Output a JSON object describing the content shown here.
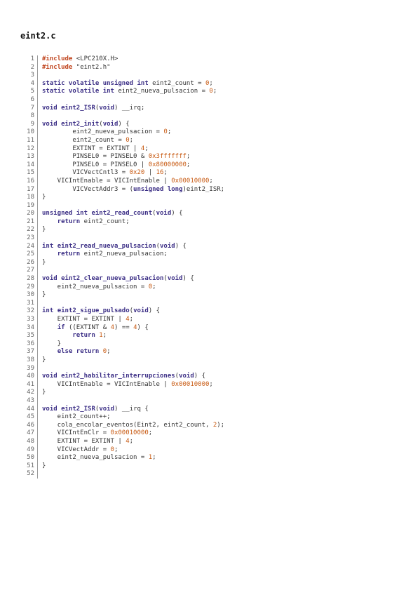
{
  "file": {
    "title": "eint2.c"
  },
  "code": {
    "lines": [
      [
        [
          "pp",
          "#include"
        ],
        [
          "t",
          " <LPC210X.H>"
        ]
      ],
      [
        [
          "pp",
          "#include"
        ],
        [
          "t",
          " \"eint2.h\""
        ]
      ],
      [],
      [
        [
          "kw",
          "static volatile unsigned int"
        ],
        [
          "t",
          " eint2_count = "
        ],
        [
          "num",
          "0"
        ],
        [
          "t",
          ";"
        ]
      ],
      [
        [
          "kw",
          "static volatile int"
        ],
        [
          "t",
          " eint2_nueva_pulsacion = "
        ],
        [
          "num",
          "0"
        ],
        [
          "t",
          ";"
        ]
      ],
      [],
      [
        [
          "kw",
          "void"
        ],
        [
          "t",
          " "
        ],
        [
          "fn",
          "eint2_ISR"
        ],
        [
          "t",
          "("
        ],
        [
          "kw",
          "void"
        ],
        [
          "t",
          ") __irq;"
        ]
      ],
      [],
      [
        [
          "kw",
          "void"
        ],
        [
          "t",
          " "
        ],
        [
          "fn",
          "eint2_init"
        ],
        [
          "t",
          "("
        ],
        [
          "kw",
          "void"
        ],
        [
          "t",
          ") {"
        ]
      ],
      [
        [
          "t",
          "        eint2_nueva_pulsacion = "
        ],
        [
          "num",
          "0"
        ],
        [
          "t",
          ";"
        ]
      ],
      [
        [
          "t",
          "        eint2_count = "
        ],
        [
          "num",
          "0"
        ],
        [
          "t",
          ";"
        ]
      ],
      [
        [
          "t",
          "        EXTINT = EXTINT | "
        ],
        [
          "num",
          "4"
        ],
        [
          "t",
          ";"
        ]
      ],
      [
        [
          "t",
          "        PINSEL0 = PINSEL0 & "
        ],
        [
          "num",
          "0x3fffffff"
        ],
        [
          "t",
          ";"
        ]
      ],
      [
        [
          "t",
          "        PINSEL0 = PINSEL0 | "
        ],
        [
          "num",
          "0x80000000"
        ],
        [
          "t",
          ";"
        ]
      ],
      [
        [
          "t",
          "        VICVectCntl3 = "
        ],
        [
          "num",
          "0x20"
        ],
        [
          "t",
          " | "
        ],
        [
          "num",
          "16"
        ],
        [
          "t",
          ";"
        ]
      ],
      [
        [
          "t",
          "    VICIntEnable = VICIntEnable | "
        ],
        [
          "num",
          "0x00010000"
        ],
        [
          "t",
          ";"
        ]
      ],
      [
        [
          "t",
          "        VICVectAddr3 = ("
        ],
        [
          "kw",
          "unsigned long"
        ],
        [
          "t",
          ")eint2_ISR;"
        ]
      ],
      [
        [
          "t",
          "}"
        ]
      ],
      [],
      [
        [
          "kw",
          "unsigned int"
        ],
        [
          "t",
          " "
        ],
        [
          "fn",
          "eint2_read_count"
        ],
        [
          "t",
          "("
        ],
        [
          "kw",
          "void"
        ],
        [
          "t",
          ") {"
        ]
      ],
      [
        [
          "t",
          "    "
        ],
        [
          "kw",
          "return"
        ],
        [
          "t",
          " eint2_count;"
        ]
      ],
      [
        [
          "t",
          "}"
        ]
      ],
      [],
      [
        [
          "kw",
          "int"
        ],
        [
          "t",
          " "
        ],
        [
          "fn",
          "eint2_read_nueva_pulsacion"
        ],
        [
          "t",
          "("
        ],
        [
          "kw",
          "void"
        ],
        [
          "t",
          ") {"
        ]
      ],
      [
        [
          "t",
          "    "
        ],
        [
          "kw",
          "return"
        ],
        [
          "t",
          " eint2_nueva_pulsacion;"
        ]
      ],
      [
        [
          "t",
          "}"
        ]
      ],
      [],
      [
        [
          "kw",
          "void"
        ],
        [
          "t",
          " "
        ],
        [
          "fn",
          "eint2_clear_nueva_pulsacion"
        ],
        [
          "t",
          "("
        ],
        [
          "kw",
          "void"
        ],
        [
          "t",
          ") {"
        ]
      ],
      [
        [
          "t",
          "    eint2_nueva_pulsacion = "
        ],
        [
          "num",
          "0"
        ],
        [
          "t",
          ";"
        ]
      ],
      [
        [
          "t",
          "}"
        ]
      ],
      [],
      [
        [
          "kw",
          "int"
        ],
        [
          "t",
          " "
        ],
        [
          "fn",
          "eint2_sigue_pulsado"
        ],
        [
          "t",
          "("
        ],
        [
          "kw",
          "void"
        ],
        [
          "t",
          ") {"
        ]
      ],
      [
        [
          "t",
          "    EXTINT = EXTINT | "
        ],
        [
          "num",
          "4"
        ],
        [
          "t",
          ";"
        ]
      ],
      [
        [
          "t",
          "    "
        ],
        [
          "kw",
          "if"
        ],
        [
          "t",
          " ((EXTINT & "
        ],
        [
          "num",
          "4"
        ],
        [
          "t",
          ") == "
        ],
        [
          "num",
          "4"
        ],
        [
          "t",
          ") {"
        ]
      ],
      [
        [
          "t",
          "        "
        ],
        [
          "kw",
          "return"
        ],
        [
          "t",
          " "
        ],
        [
          "num",
          "1"
        ],
        [
          "t",
          ";"
        ]
      ],
      [
        [
          "t",
          "    }"
        ]
      ],
      [
        [
          "t",
          "    "
        ],
        [
          "kw",
          "else return"
        ],
        [
          "t",
          " "
        ],
        [
          "num",
          "0"
        ],
        [
          "t",
          ";"
        ]
      ],
      [
        [
          "t",
          "}"
        ]
      ],
      [],
      [
        [
          "kw",
          "void"
        ],
        [
          "t",
          " "
        ],
        [
          "fn",
          "eint2_habilitar_interrupciones"
        ],
        [
          "t",
          "("
        ],
        [
          "kw",
          "void"
        ],
        [
          "t",
          ") {"
        ]
      ],
      [
        [
          "t",
          "    VICIntEnable = VICIntEnable | "
        ],
        [
          "num",
          "0x00010000"
        ],
        [
          "t",
          ";"
        ]
      ],
      [
        [
          "t",
          "}"
        ]
      ],
      [],
      [
        [
          "kw",
          "void"
        ],
        [
          "t",
          " "
        ],
        [
          "fn",
          "eint2_ISR"
        ],
        [
          "t",
          "("
        ],
        [
          "kw",
          "void"
        ],
        [
          "t",
          ") __irq {"
        ]
      ],
      [
        [
          "t",
          "    eint2_count++;"
        ]
      ],
      [
        [
          "t",
          "    cola_encolar_eventos(Eint2, eint2_count, "
        ],
        [
          "num",
          "2"
        ],
        [
          "t",
          ");"
        ]
      ],
      [
        [
          "t",
          "    VICIntEnClr = "
        ],
        [
          "num",
          "0x00010000"
        ],
        [
          "t",
          ";"
        ]
      ],
      [
        [
          "t",
          "    EXTINT = EXTINT | "
        ],
        [
          "num",
          "4"
        ],
        [
          "t",
          ";"
        ]
      ],
      [
        [
          "t",
          "    VICVectAddr = "
        ],
        [
          "num",
          "0"
        ],
        [
          "t",
          ";"
        ]
      ],
      [
        [
          "t",
          "    eint2_nueva_pulsacion = "
        ],
        [
          "num",
          "1"
        ],
        [
          "t",
          ";"
        ]
      ],
      [
        [
          "t",
          "}"
        ]
      ],
      []
    ]
  }
}
